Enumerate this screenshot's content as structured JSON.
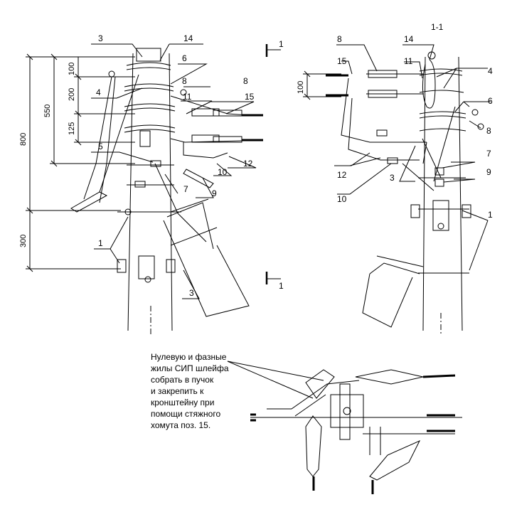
{
  "section_title": "1-1",
  "section_mark": "1",
  "dimensions": {
    "d800": "800",
    "d550": "550",
    "d300": "300",
    "d100_left": "100",
    "d200": "200",
    "d125": "125",
    "d100_right": "100"
  },
  "callouts": {
    "p1": "1",
    "p3": "3",
    "p4": "4",
    "p5": "5",
    "p6": "6",
    "p7": "7",
    "p8": "8",
    "p9": "9",
    "p10": "10",
    "p11": "11",
    "p12": "12",
    "p14": "14",
    "p15": "15"
  },
  "note_lines": [
    "Нулевую и фазные",
    "жилы СИП шлейфа",
    "собрать в пучок",
    "и закрепить к",
    "кронштейну при",
    "помощи стяжного",
    "хомута поз. 15."
  ]
}
